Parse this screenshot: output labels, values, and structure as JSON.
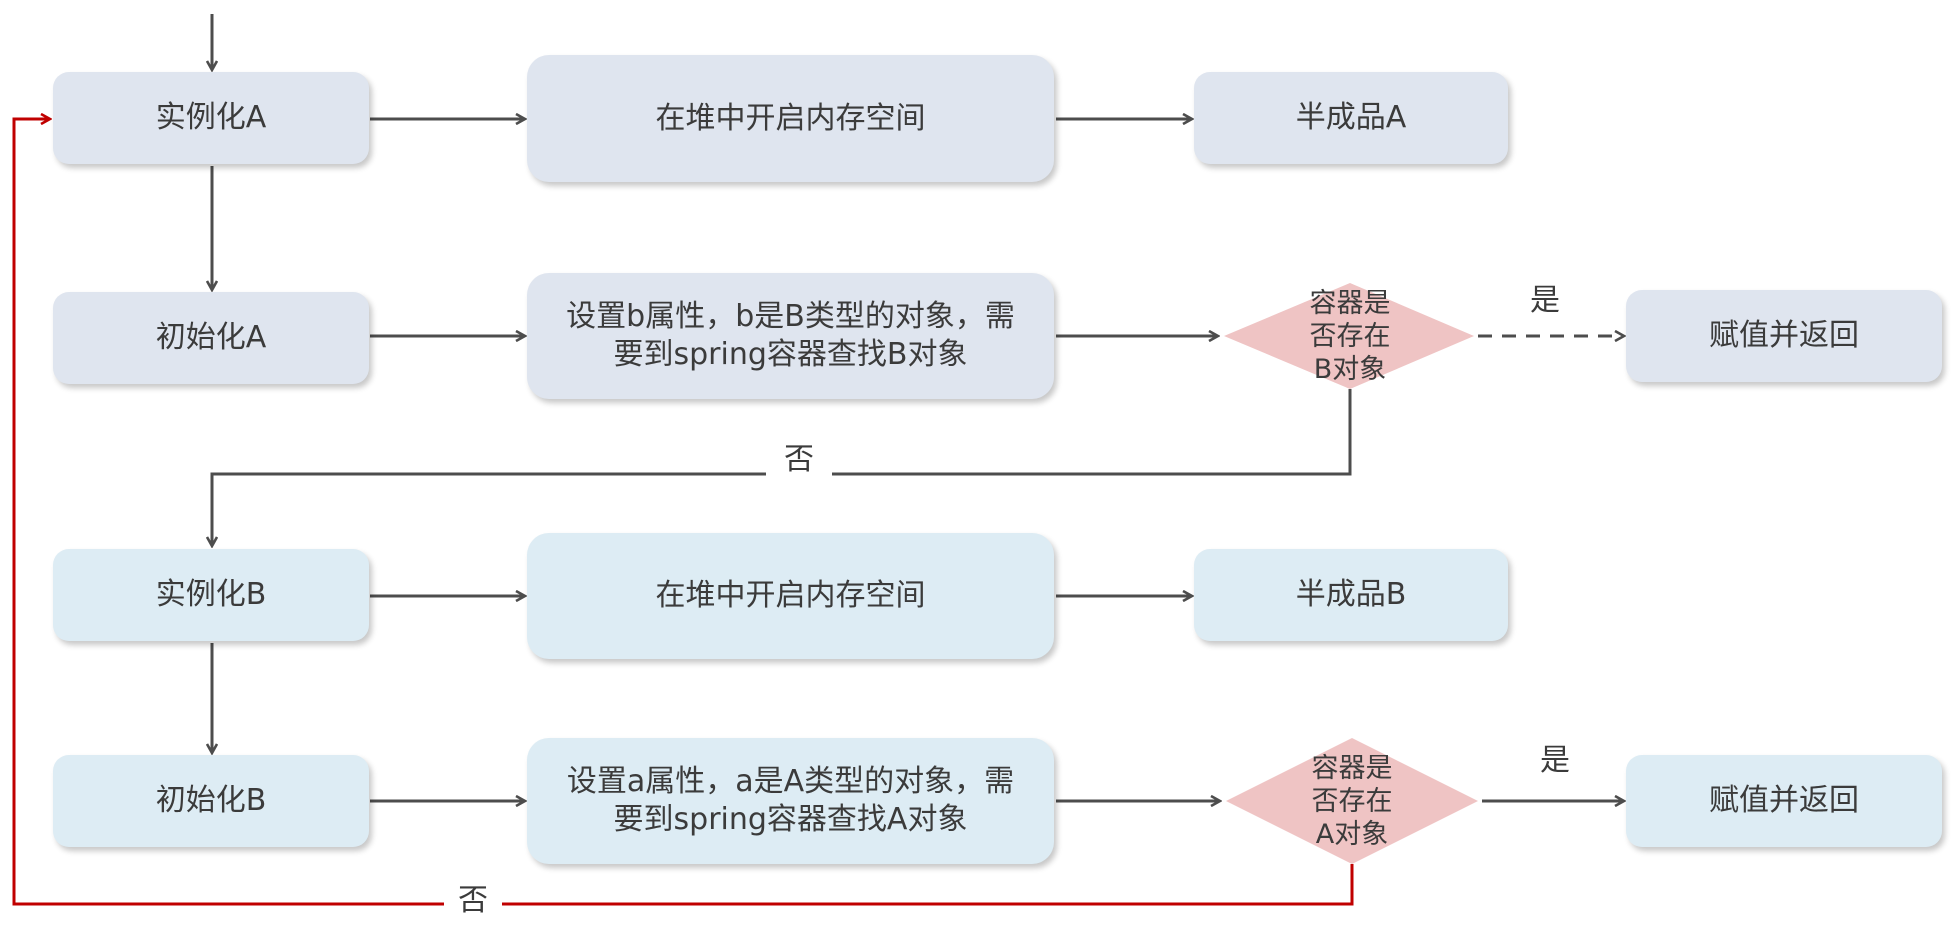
{
  "colors": {
    "row_a_fill": "#dfe5ef",
    "row_b_fill": "#ddecf4",
    "diamond_fill": "#efc4c4",
    "arrow": "#4d4d4d",
    "loop_arrow": "#c00000"
  },
  "row_a": {
    "instantiate": "实例化A",
    "heap": "在堆中开启内存空间",
    "half": "半成品A",
    "init": "初始化A",
    "set_line1": "设置b属性，b是B类型的对象，需",
    "set_line2": "要到spring容器查找B对象",
    "decision_line1": "容器是",
    "decision_line2": "否存在",
    "decision_line3": "B对象",
    "yes": "是",
    "assign": "赋值并返回",
    "no": "否"
  },
  "row_b": {
    "instantiate": "实例化B",
    "heap": "在堆中开启内存空间",
    "half": "半成品B",
    "init": "初始化B",
    "set_line1": "设置a属性，a是A类型的对象，需",
    "set_line2": "要到spring容器查找A对象",
    "decision_line1": "容器是",
    "decision_line2": "否存在",
    "decision_line3": "A对象",
    "yes": "是",
    "assign": "赋值并返回",
    "no": "否"
  }
}
